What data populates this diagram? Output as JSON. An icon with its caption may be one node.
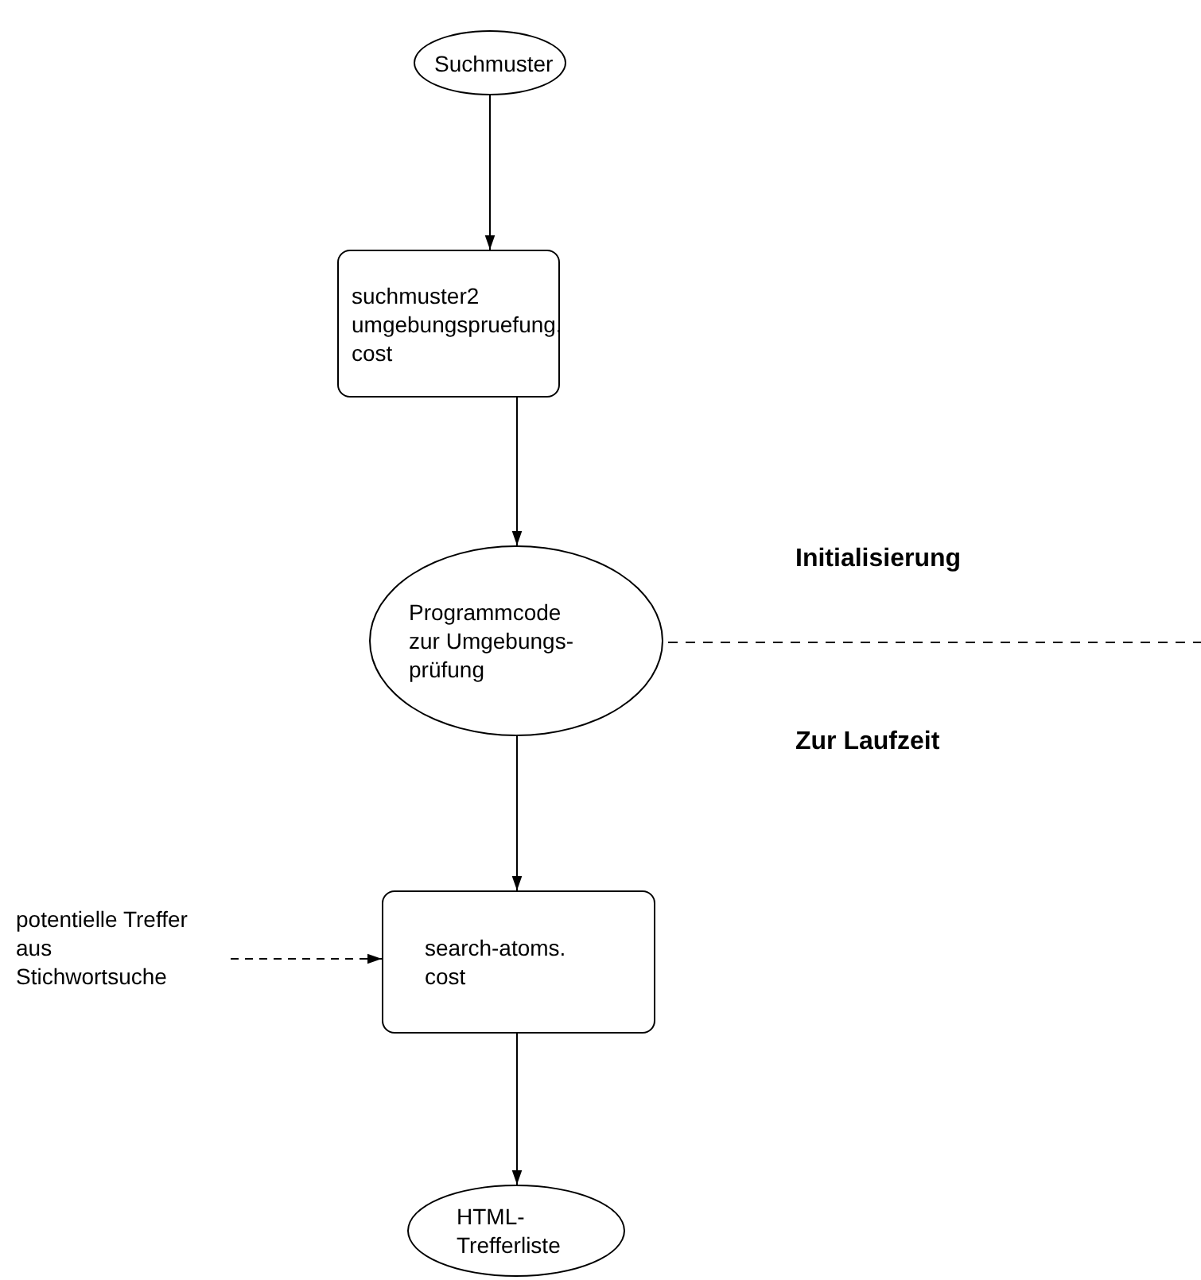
{
  "diagram": {
    "nodes": [
      {
        "text": [
          "Suchmuster"
        ]
      },
      {
        "text": [
          "suchmuster2 umgebungspruefung. cost"
        ]
      },
      {
        "text": [
          "Programmcode zur Umgebungs- prüfung"
        ]
      },
      {
        "text": [
          "potentielle Treffer aus Stichwortsuche"
        ]
      },
      {
        "text": [
          "search-atoms. cost"
        ]
      },
      {
        "text": [
          "HTML- Trefferliste"
        ]
      }
    ],
    "edges": [
      {
        "from": 0,
        "to": 1,
        "arrow": "to"
      },
      {
        "from": 1,
        "to": 2,
        "arrow": "to"
      },
      {
        "from": 2,
        "to": 4,
        "arrow": "to"
      },
      {
        "from": 3,
        "to": 4,
        "arrow": "to",
        "style": "dashed"
      },
      {
        "from": 4,
        "to": 5,
        "arrow": "to"
      }
    ],
    "labels": [
      "Initialisierung",
      "Zur Laufzeit"
    ]
  }
}
